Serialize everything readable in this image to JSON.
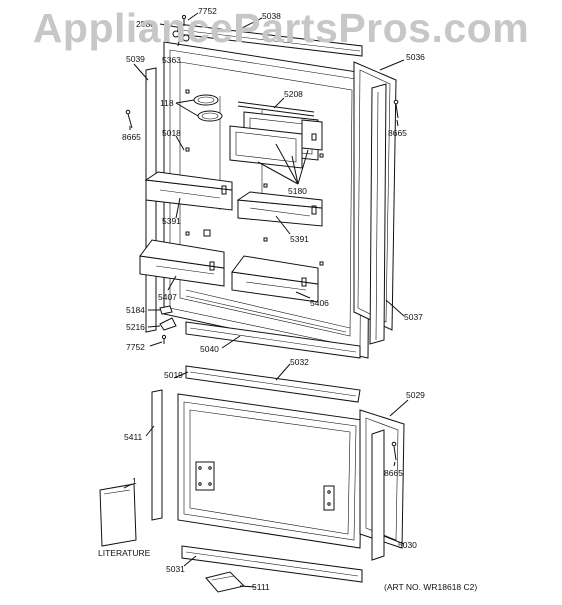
{
  "watermark": "AppliancePartsPros.com",
  "art_number": "(ART NO. WR18618 C2)",
  "literature_label": "LITERATURE",
  "callouts": {
    "c7752a": "7752",
    "c2580": "2580",
    "c5038": "5038",
    "c5363": "5363",
    "c5039": "5039",
    "c5036": "5036",
    "c118": "118",
    "c5208": "5208",
    "c8665a": "8665",
    "c8665b": "8665",
    "c5018": "5018",
    "c5180": "5180",
    "c5391a": "5391",
    "c5391b": "5391",
    "c5407": "5407",
    "c5406": "5406",
    "c5184": "5184",
    "c5037": "5037",
    "c5216": "5216",
    "c7752b": "7752",
    "c5040": "5040",
    "c5032": "5032",
    "c5019": "5019",
    "c5029": "5029",
    "c5411": "5411",
    "c8665c": "8665",
    "c1": "1",
    "c5030": "5030",
    "c5031": "5031",
    "c5111": "5111"
  }
}
